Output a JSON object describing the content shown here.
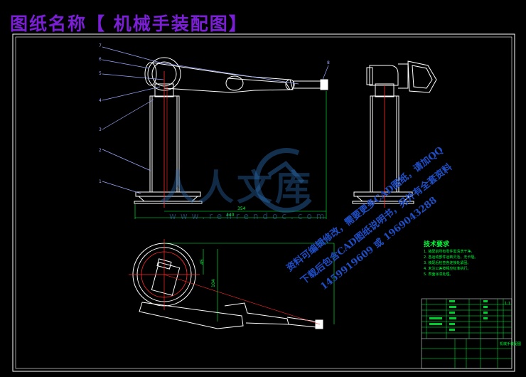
{
  "title": "图纸名称【 机械手装配图】",
  "dimensions": {
    "d354": "354",
    "d440": "440",
    "d45": "45",
    "d104": "104"
  },
  "leader_numbers": [
    "7",
    "6",
    "5",
    "4",
    "3",
    "2",
    "1",
    "8"
  ],
  "tech_requirements": {
    "heading": "技术要求",
    "items": [
      "1. 装配前所有零件需清洗干净。",
      "2. 各运动部件运转灵活，无卡阻。",
      "3. 装配后检查各连接处紧固。",
      "4. 未注公差按相应标准执行。",
      "5. 表面涂漆处理。"
    ]
  },
  "watermark": {
    "brand": "人人文库",
    "site": "www.renrendoc.com",
    "promo_lines": [
      "资料可编辑修改，需要更多CAD图纸，请加QQ",
      "下载后包含CAD图纸说明书，另外有全套资料",
      "1459919609 或 1969043288"
    ]
  },
  "title_block": {
    "drawing_name": "机械手装配图",
    "scale": "1:1"
  },
  "colors": {
    "frame": "#ffffff",
    "outline": "#ffffff",
    "centerline": "#ff2a2a",
    "leader": "#9aa8ff",
    "dimension": "#00ff3a",
    "title": "#7a1fd6"
  }
}
